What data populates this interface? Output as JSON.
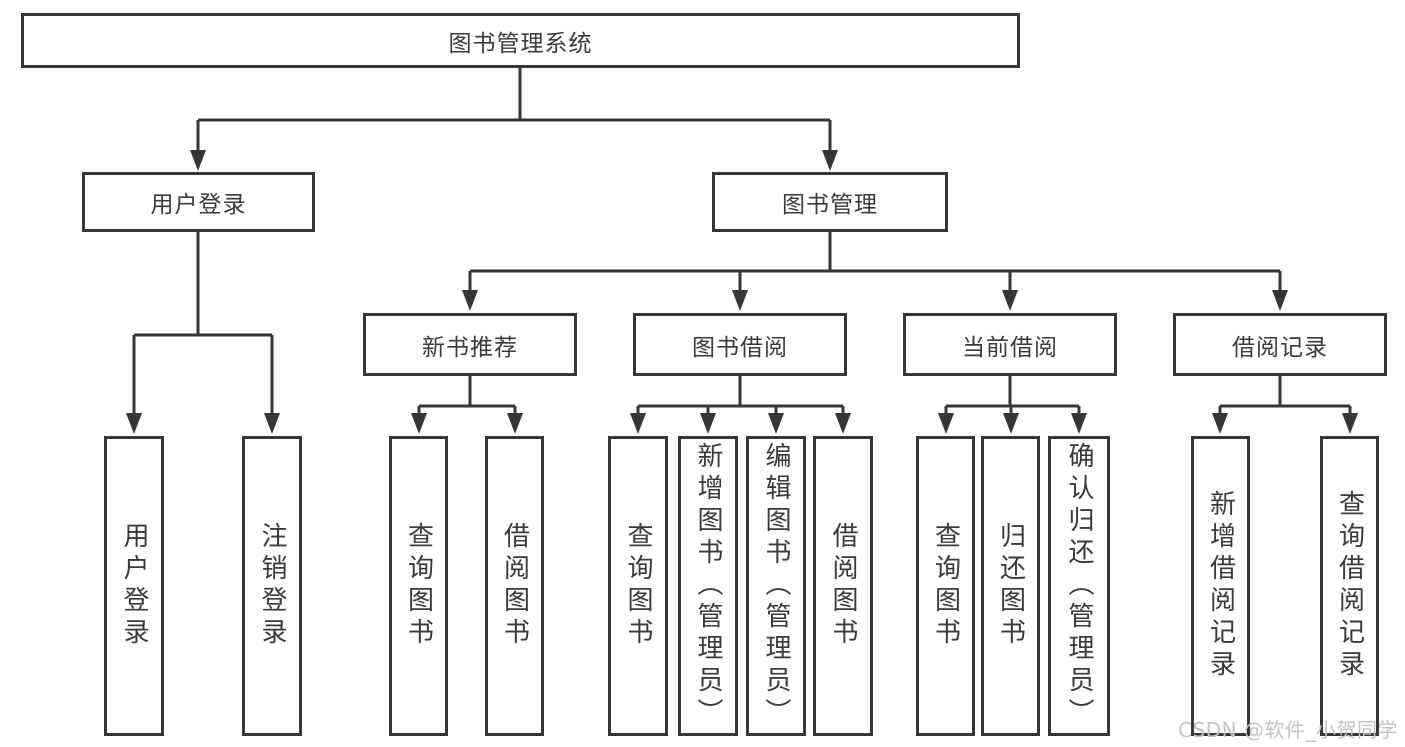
{
  "colors": {
    "line": "#363636",
    "text": "#3a3a3a",
    "background": "#ffffff",
    "watermark": "#bfc3c6"
  },
  "watermark": "CSDN @软件_小贺同学",
  "tree": {
    "root": "图书管理系统",
    "branches": [
      {
        "label": "用户登录",
        "leaves": [
          "用户登录",
          "注销登录"
        ]
      },
      {
        "label": "图书管理",
        "groups": [
          {
            "label": "新书推荐",
            "leaves": [
              "查询图书",
              "借阅图书"
            ]
          },
          {
            "label": "图书借阅",
            "leaves": [
              "查询图书",
              "新增图书（管理员）",
              "编辑图书（管理员）",
              "借阅图书"
            ]
          },
          {
            "label": "当前借阅",
            "leaves": [
              "查询图书",
              "归还图书",
              "确认归还（管理员）"
            ]
          },
          {
            "label": "借阅记录",
            "leaves": [
              "新增借阅记录",
              "查询借阅记录"
            ]
          }
        ]
      }
    ]
  }
}
